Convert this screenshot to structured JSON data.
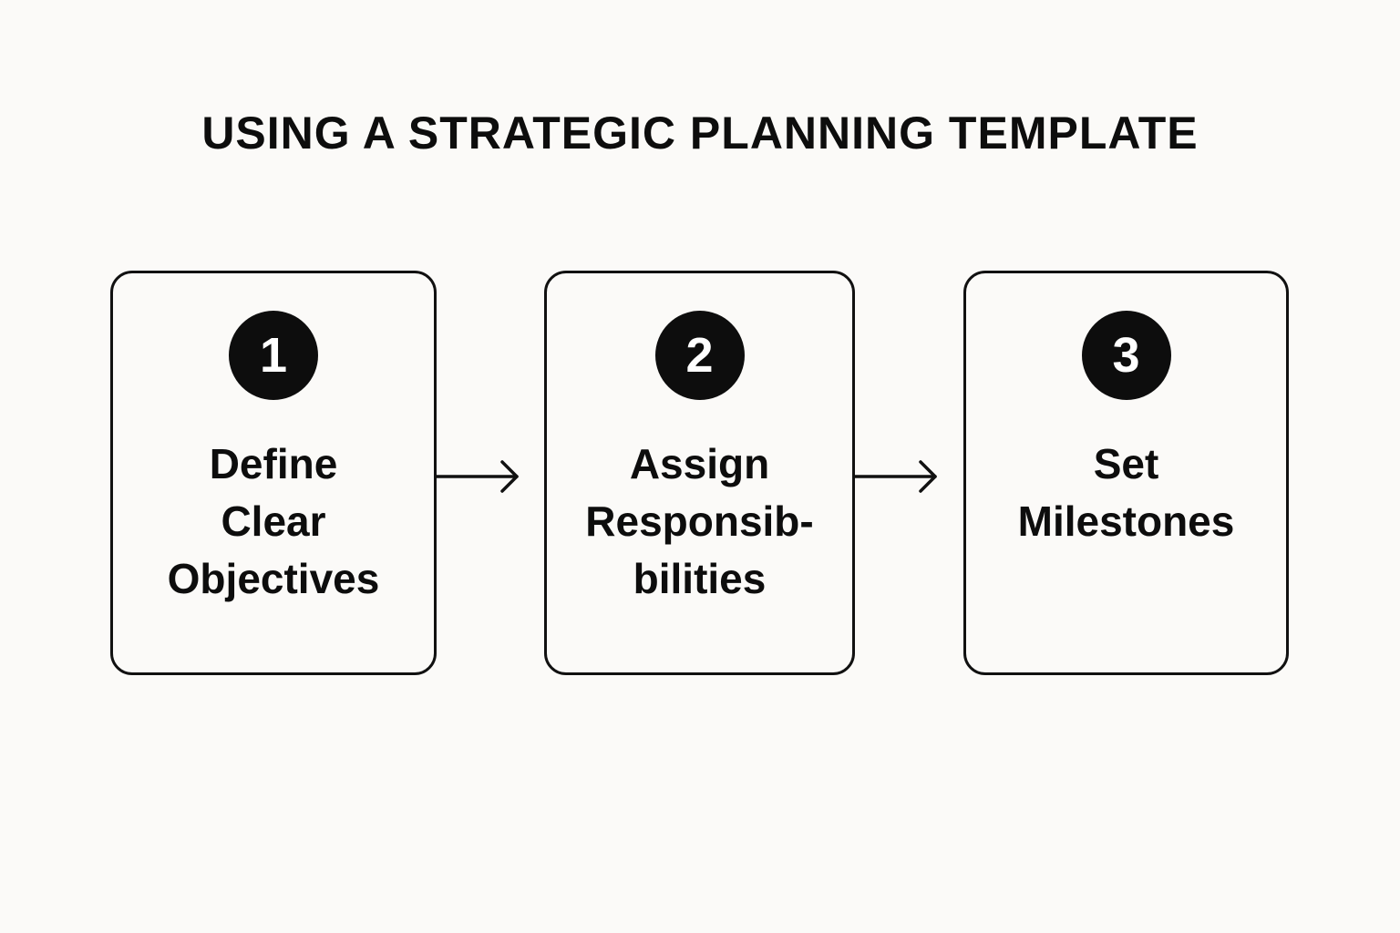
{
  "title": "USING A STRATEGIC PLANNING TEMPLATE",
  "steps": [
    {
      "number": "1",
      "lines": [
        "Define",
        "Clear",
        "Objectives"
      ]
    },
    {
      "number": "2",
      "lines": [
        "Assign",
        "Responsib-",
        "bilities"
      ]
    },
    {
      "number": "3",
      "lines": [
        "Set",
        "Milestones"
      ]
    }
  ],
  "colors": {
    "background": "#fbfaf8",
    "ink": "#0d0d0d",
    "badge_text": "#ffffff"
  },
  "icons": [
    "arrow-right-icon",
    "arrow-right-icon"
  ]
}
